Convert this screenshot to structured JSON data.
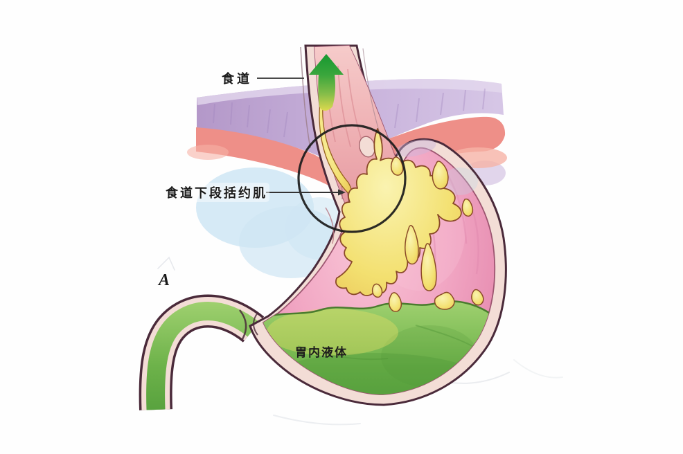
{
  "illustration": {
    "panel_label": "A",
    "labels": {
      "esophagus": {
        "text": "食道"
      },
      "lower_esophageal_sphincter": {
        "text": "食道下段括约肌"
      },
      "gastric_fluid": {
        "text": "胃内液体"
      }
    },
    "colors": {
      "background": "#fefefe",
      "purple_band": "#bfa0d2",
      "diaphragm_band": "#ee8f88",
      "blue_wash": "#cfe6f4",
      "organ_wall": "#f3ddd6",
      "organ_outline": "#4a2a3a",
      "stomach_lining_pink": "#efa3c0",
      "esophagus_lumen": "#eeaaae",
      "reflux_acid_yellow": "#f2d95e",
      "acid_outline": "#8a4a28",
      "reflux_arrow_green": "#2aa03c",
      "gastric_fluid_green": "#76b94e",
      "fluid_surface_line": "#4a7c2e",
      "highlight_circle": "#1b1b1b",
      "label_text": "#1a1a1a",
      "label_line": "#444444"
    }
  }
}
